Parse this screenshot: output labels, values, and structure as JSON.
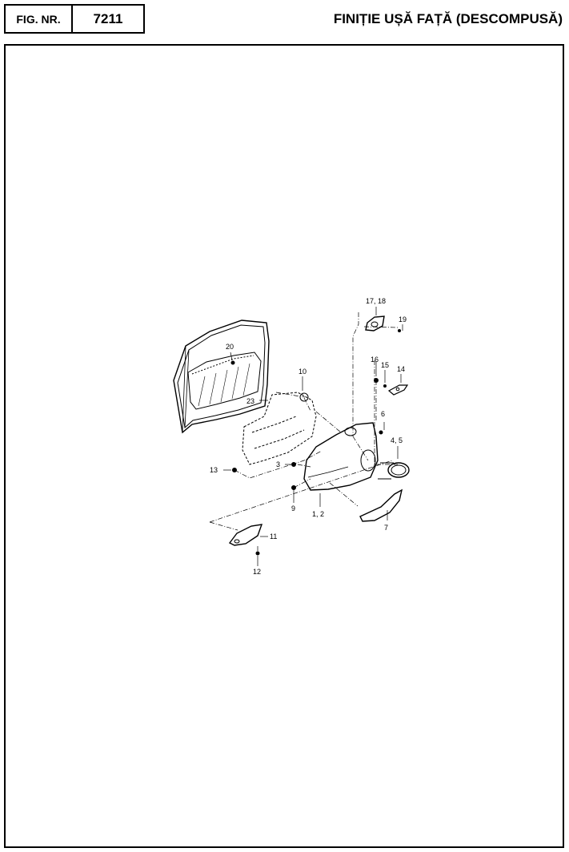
{
  "header": {
    "fig_label": "FIG. NR.",
    "fig_number": "7211",
    "title": "FINIȚIE UȘĂ FAȚĂ (DESCOMPUSĂ)"
  },
  "callouts": {
    "c17_18": "17, 18",
    "c19": "19",
    "c20": "20",
    "c10": "10",
    "c16": "16",
    "c15": "15",
    "c14": "14",
    "c23": "23",
    "c6": "6",
    "c4_5": "4, 5",
    "c13": "13",
    "c3": "3",
    "c9": "9",
    "c1_2": "1, 2",
    "c7": "7",
    "c11": "11",
    "c12": "12"
  }
}
